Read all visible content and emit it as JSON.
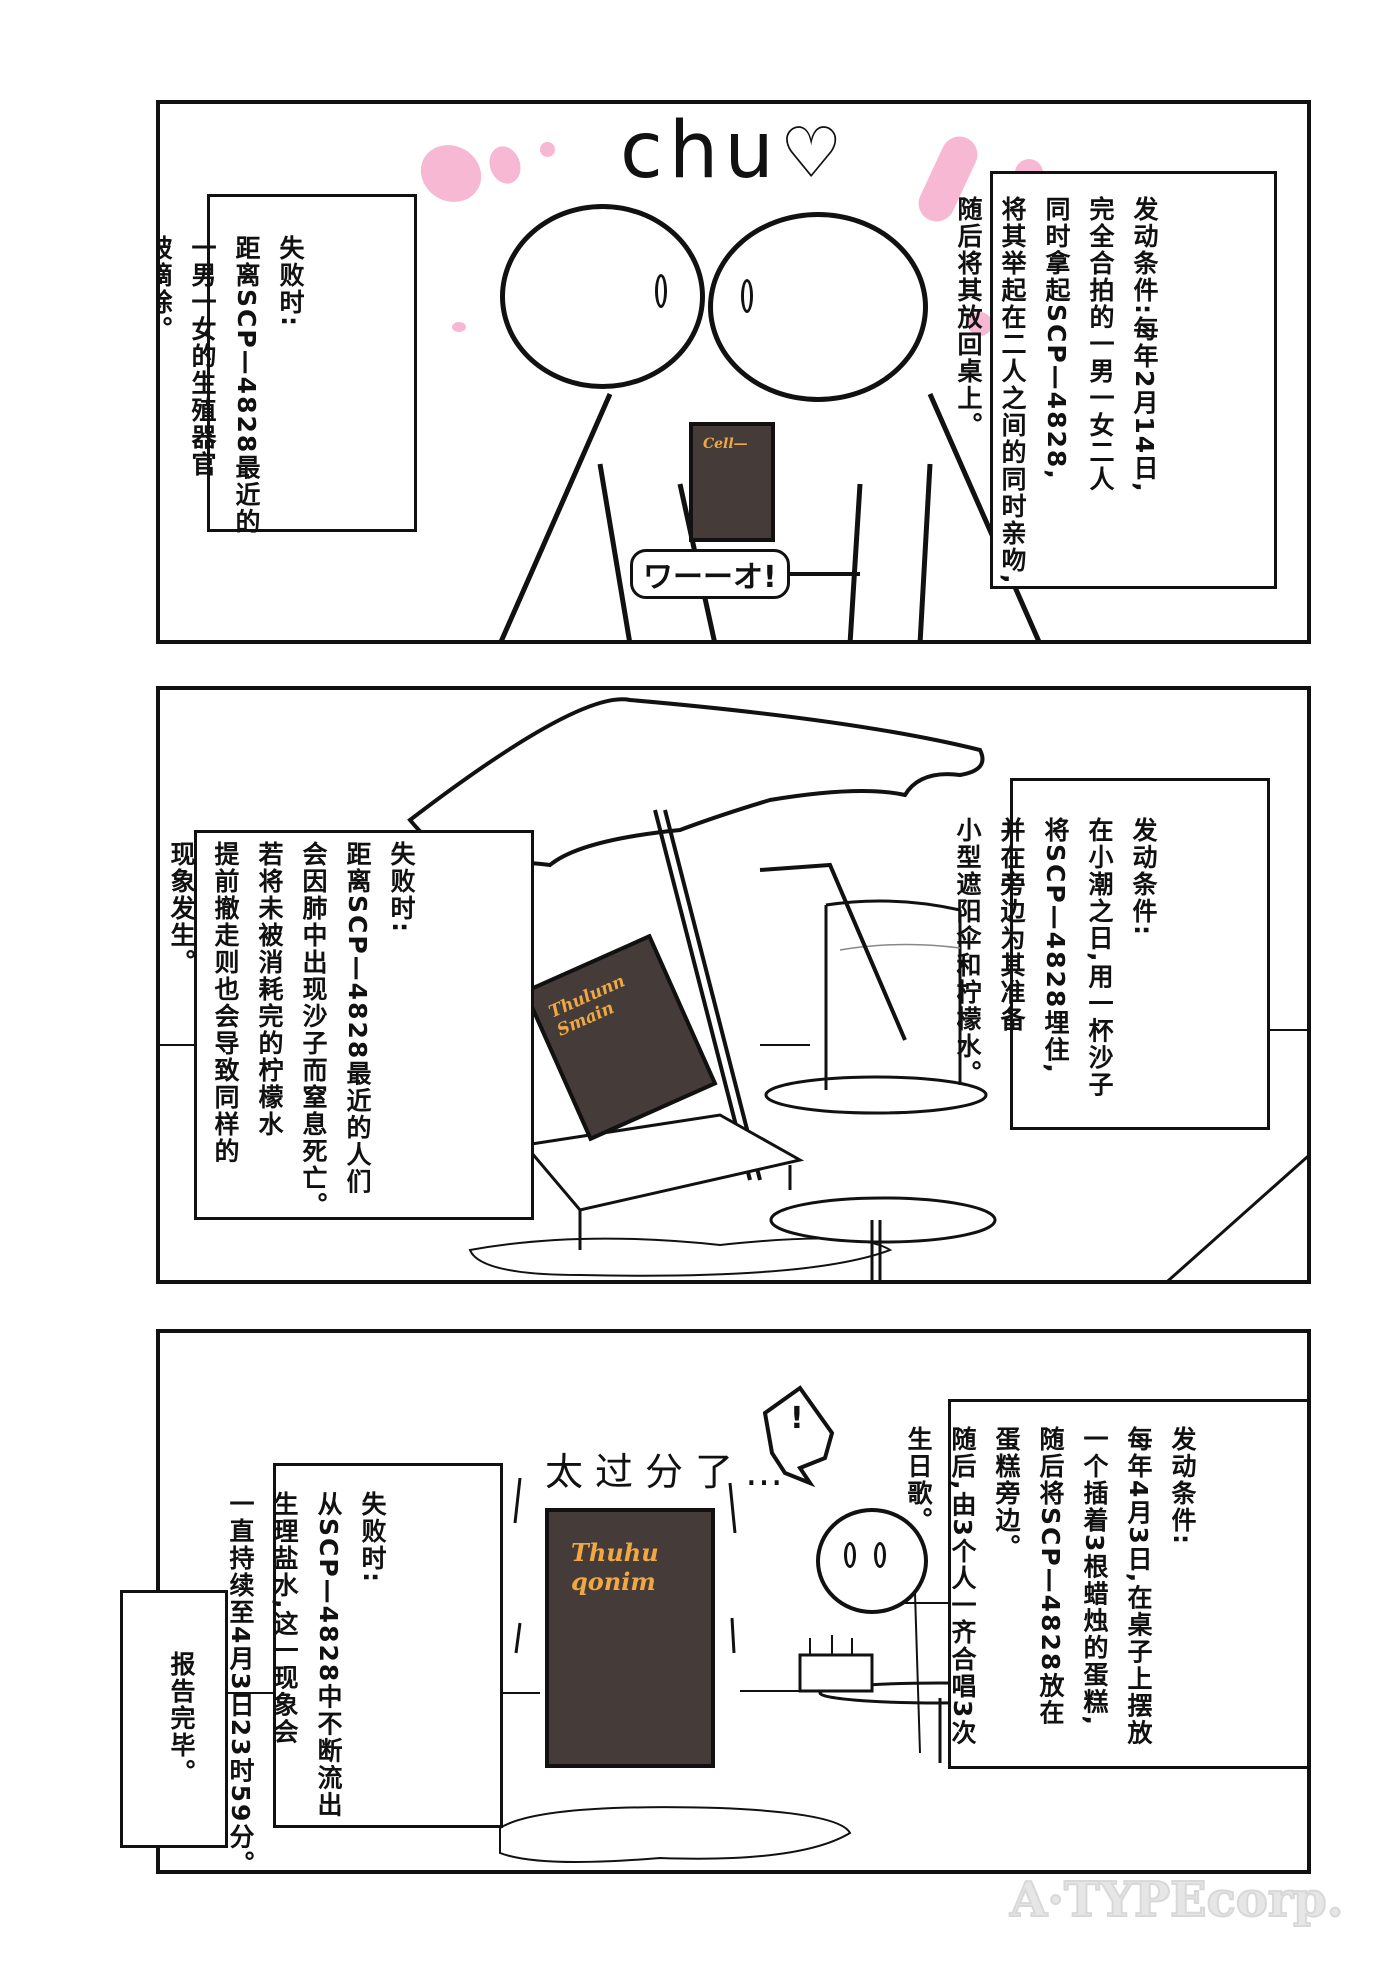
{
  "panels": [
    {
      "id": "panel-1",
      "sfx": {
        "kiss": "chu",
        "heart": "♡",
        "cheer": "ワーーオ!"
      },
      "book_title": "Cell—",
      "activation_box": {
        "lines": [
          "发动条件:每年2月14日,",
          "完全合拍的一男一女二人",
          "同时拿起SCP—4828,",
          "将其举起在二人之间的同时亲吻,",
          "随后将其放回桌上。"
        ]
      },
      "failure_box": {
        "lines": [
          "失败时:",
          "距离SCP—4828最近的",
          "一男一女的生殖器官",
          "被摘除。"
        ]
      }
    },
    {
      "id": "panel-2",
      "book_title": "Thulunn Smain",
      "activation_box": {
        "lines": [
          "发动条件:",
          "在小潮之日,用一杯沙子",
          "将SCP—4828埋住,",
          "并在旁边为其准备",
          "小型遮阳伞和柠檬水。"
        ]
      },
      "failure_box": {
        "lines": [
          "失败时:",
          "距离SCP—4828最近的人们",
          "会因肺中出现沙子而窒息死亡。",
          "",
          "若将未被消耗完的柠檬水",
          "提前撤走则也会导致同样的",
          "现象发生。"
        ]
      }
    },
    {
      "id": "panel-3",
      "book_title": "Thuhu qonim",
      "speech": "太过分了…",
      "exclaim": "!",
      "activation_box": {
        "lines": [
          "发动条件:",
          "每年4月3日,在桌子上摆放",
          "一个插着3根蜡烛的蛋糕,",
          "随后将SCP—4828放在",
          "蛋糕旁边。",
          "",
          "随后,由3个人一齐合唱3次",
          "生日歌。"
        ]
      },
      "failure_box": {
        "lines": [
          "失败时:",
          "从SCP—4828中不断流出",
          "生理盐水,这一现象会",
          "一直持续至4月3日23时59分。"
        ]
      },
      "report_end": "报告完毕。"
    }
  ],
  "watermark": "A·TYPEcorp.",
  "colors": {
    "book": "#453c3a",
    "book_text": "#f0a844",
    "pink": "#f7b8d4",
    "ink": "#111111"
  }
}
